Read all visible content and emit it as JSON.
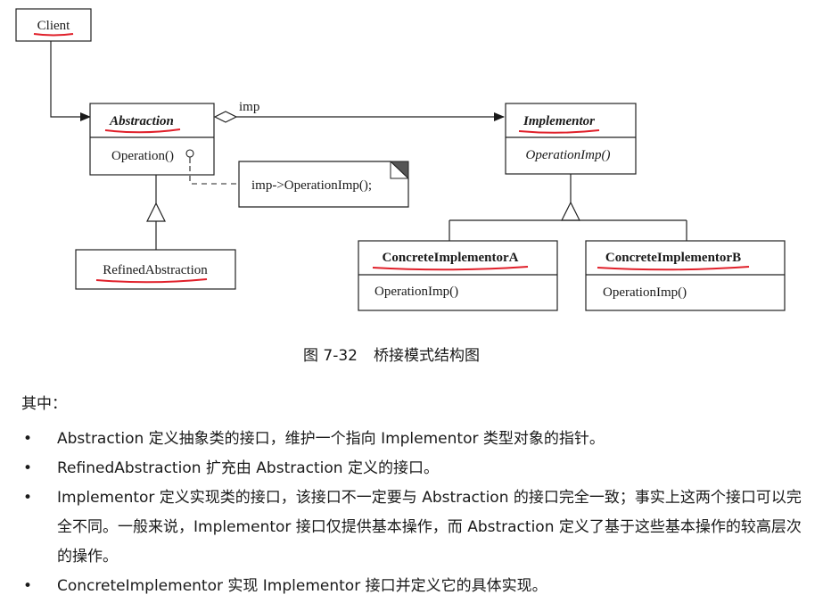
{
  "diagram": {
    "client": "Client",
    "abstraction": {
      "name": "Abstraction",
      "operation": "Operation()"
    },
    "imp_label": "imp",
    "note": "imp->OperationImp();",
    "implementor": {
      "name": "Implementor",
      "operation": "OperationImp()"
    },
    "refined_abstraction": "RefinedAbstraction",
    "concrete_a": {
      "name": "ConcreteImplementorA",
      "operation": "OperationImp()"
    },
    "concrete_b": {
      "name": "ConcreteImplementorB",
      "operation": "OperationImp()"
    },
    "annotation_colors": {
      "red": "#e0202a",
      "blue": "#2a2ad8"
    }
  },
  "caption": {
    "number": "图 7-32",
    "title": "桥接模式结构图"
  },
  "body": {
    "intro": "其中：",
    "bullet_symbol": "•",
    "bullets": [
      "Abstraction 定义抽象类的接口，维护一个指向 Implementor 类型对象的指针。",
      "RefinedAbstraction 扩充由 Abstraction 定义的接口。",
      "Implementor 定义实现类的接口，该接口不一定要与 Abstraction 的接口完全一致；事实上这两个接口可以完全不同。一般来说，Implementor 接口仅提供基本操作，而 Abstraction 定义了基于这些基本操作的较高层次的操作。",
      "ConcreteImplementor 实现 Implementor 接口并定义它的具体实现。"
    ]
  }
}
